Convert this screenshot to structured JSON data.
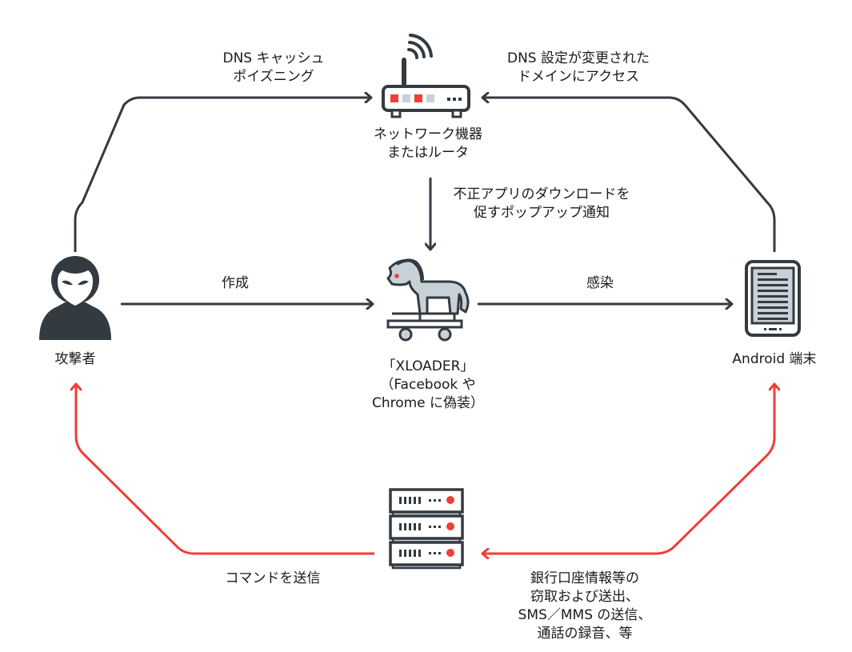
{
  "colors": {
    "dark": "#333a40",
    "red": "#ee3e36",
    "gray": "#c7d1d7",
    "white": "#ffffff"
  },
  "nodes": {
    "router": {
      "icon": "router-icon",
      "lines": [
        "ネットワーク機器",
        "またはルータ"
      ]
    },
    "attacker": {
      "icon": "attacker-icon",
      "lines": [
        "攻撃者"
      ]
    },
    "trojan": {
      "icon": "trojan-horse-icon",
      "lines": [
        "「XLOADER」",
        "（Facebook や",
        "Chrome に偽装）"
      ]
    },
    "android": {
      "icon": "tablet-device-icon",
      "lines": [
        "Android 端末"
      ]
    },
    "server": {
      "icon": "server-icon",
      "lines": []
    }
  },
  "edges": {
    "dns_poisoning": {
      "lines": [
        "DNS キャッシュ",
        "ポイズニング"
      ]
    },
    "dns_access": {
      "lines": [
        "DNS 設定が変更された",
        "ドメインにアクセス"
      ]
    },
    "popup": {
      "lines": [
        "不正アプリのダウンロードを",
        "促すポップアップ通知"
      ]
    },
    "create": {
      "lines": [
        "作成"
      ]
    },
    "infect": {
      "lines": [
        "感染"
      ]
    },
    "send_command": {
      "lines": [
        "コマンドを送信"
      ]
    },
    "exfiltrate": {
      "lines": [
        "銀行口座情報等の",
        "窃取および送出、",
        "SMS／MMS の送信、",
        "通話の録音、等"
      ]
    }
  }
}
